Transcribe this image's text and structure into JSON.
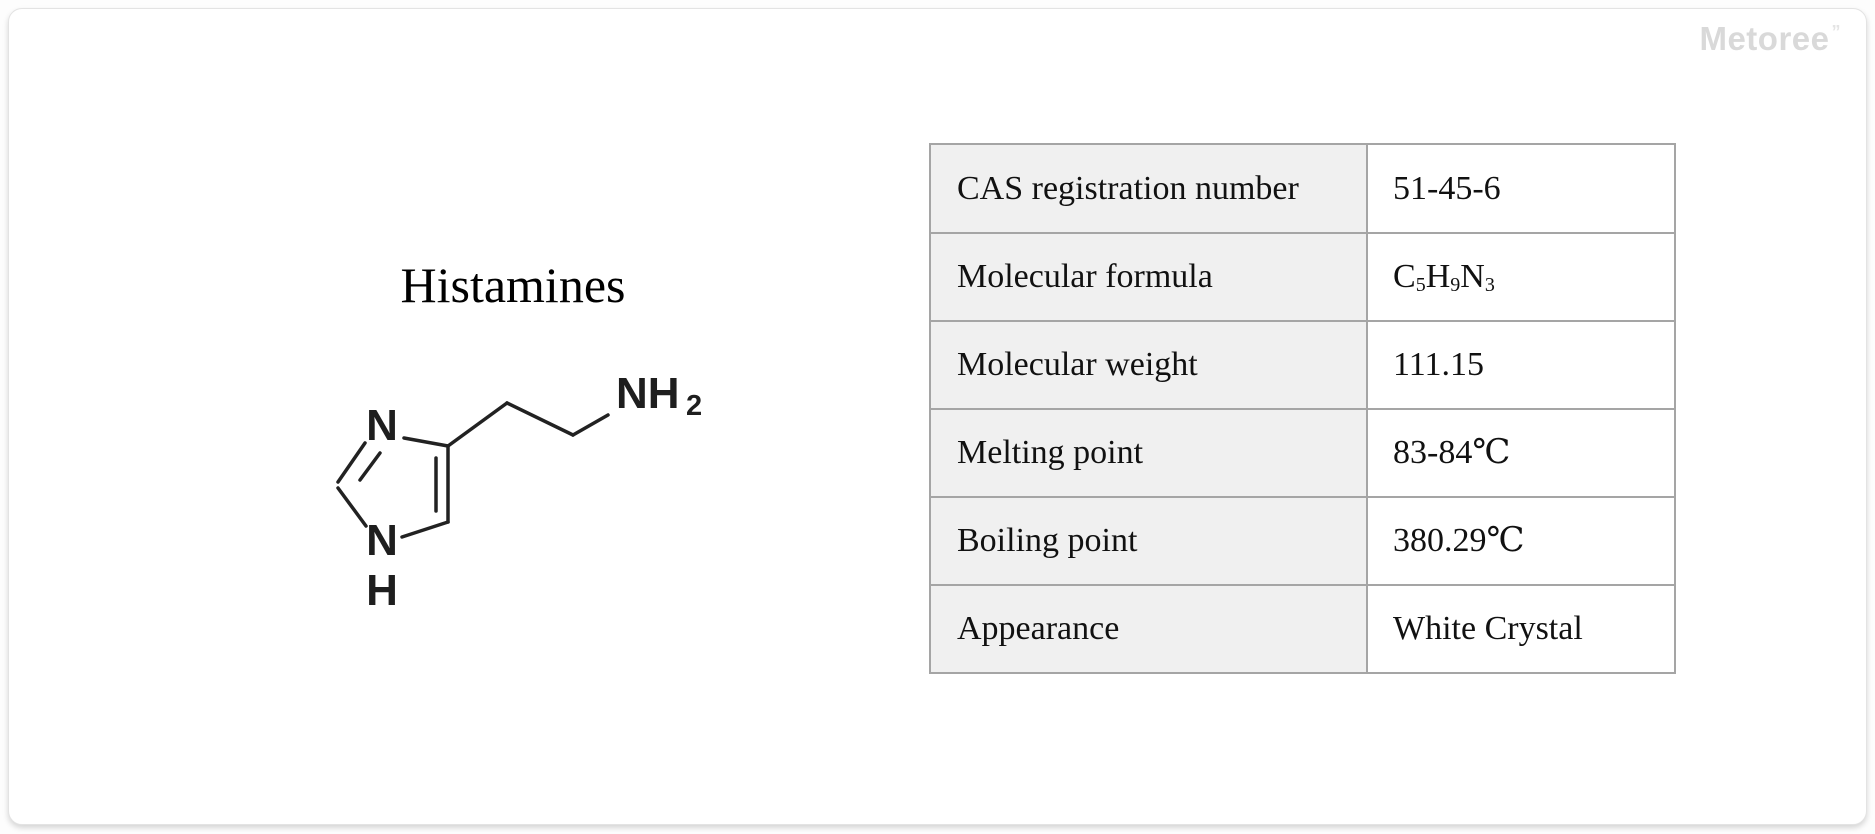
{
  "watermark": {
    "text": "Metoree",
    "mark": "”"
  },
  "compound": {
    "title": "Histamines",
    "structure_labels": {
      "ring_n": "N",
      "ring_nh_n": "N",
      "ring_nh_h": "H",
      "amine": "NH",
      "amine_sub": "2"
    }
  },
  "properties": {
    "rows": [
      {
        "label": "CAS registration number",
        "value": "51-45-6"
      },
      {
        "label": "Molecular formula",
        "formula_parts": [
          "C",
          "5",
          "H",
          "9",
          "N",
          "3"
        ]
      },
      {
        "label": "Molecular weight",
        "value": "111.15"
      },
      {
        "label": "Melting point",
        "value": "83-84℃"
      },
      {
        "label": "Boiling point",
        "value": "380.29℃"
      },
      {
        "label": "Appearance",
        "value": "White Crystal"
      }
    ]
  },
  "colors": {
    "label_cell_bg": "#f0f0f0",
    "table_border": "#a5a5a5",
    "watermark_gray": "#d9d9d9",
    "structure_ink": "#222222"
  }
}
